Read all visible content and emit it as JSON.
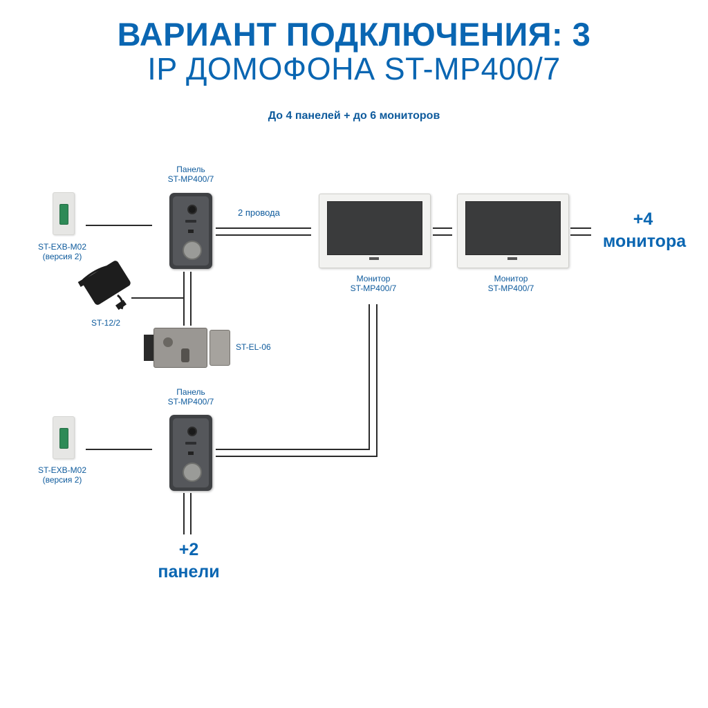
{
  "header": {
    "title_line1": "ВАРИАНТ ПОДКЛЮЧЕНИЯ: 3",
    "title_line2": "IP ДОМОФОНА ST-MP400/7",
    "subtitle": "До 4 панелей + до 6 мониторов"
  },
  "labels": {
    "panel_top": "Панель\nST-MP400/7",
    "panel_bottom": "Панель\nST-MP400/7",
    "exit_button_top": "ST-EXB-M02\n(версия 2)",
    "exit_button_bottom": "ST-EXB-M02\n(версия 2)",
    "power_supply": "ST-12/2",
    "lock": "ST-EL-06",
    "wires": "2 провода",
    "monitor1": "Монитор\nST-MP400/7",
    "monitor2": "Монитор\nST-MP400/7",
    "extra_monitors_count": "+4",
    "extra_monitors_word": "монитора",
    "extra_panels_count": "+2",
    "extra_panels_word": "панели"
  },
  "colors": {
    "title_blue": "#0a66b2",
    "label_blue": "#0d5a9c",
    "wire": "#2a2a2a"
  }
}
